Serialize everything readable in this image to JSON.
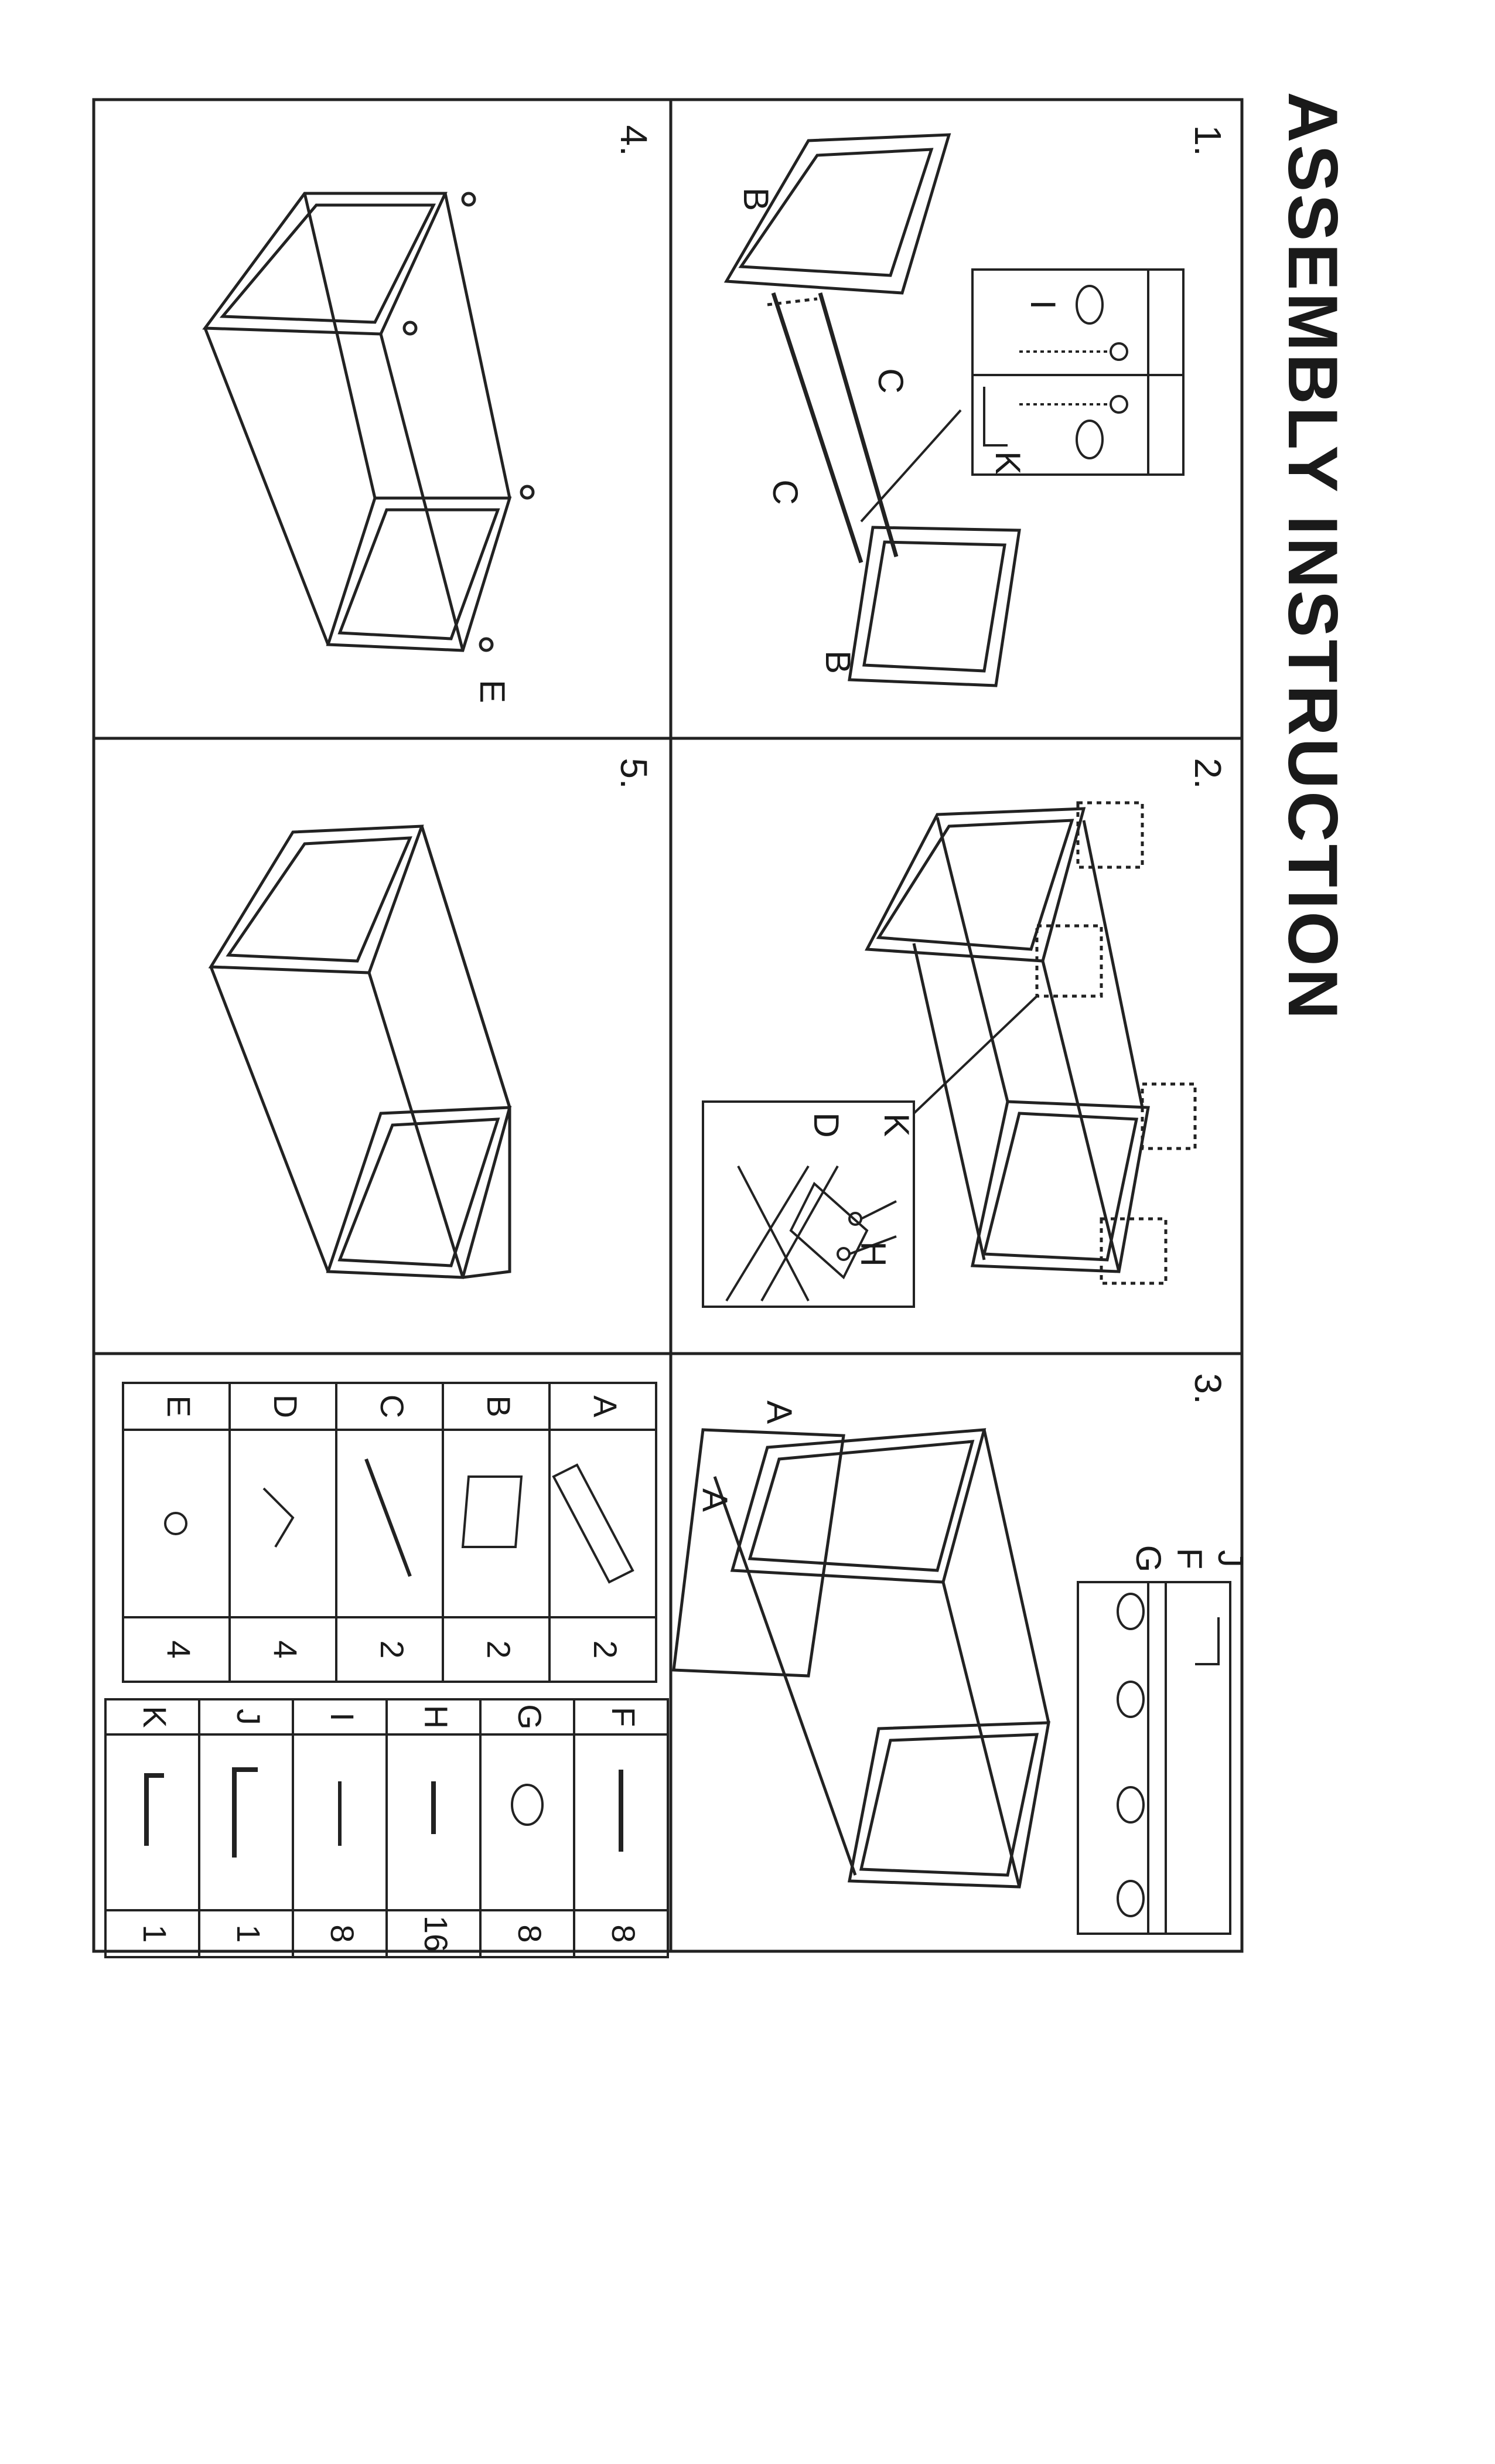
{
  "title": "ASSEMBLY INSTRUCTION",
  "steps": [
    {
      "number": "1.",
      "labels": [
        "B",
        "B",
        "C",
        "C",
        "I",
        "K"
      ]
    },
    {
      "number": "2.",
      "labels": [
        "K",
        "D",
        "H"
      ]
    },
    {
      "number": "3.",
      "labels": [
        "A",
        "A",
        "J",
        "F",
        "G"
      ]
    },
    {
      "number": "4.",
      "labels": [
        "E"
      ]
    },
    {
      "number": "5.",
      "labels": []
    }
  ],
  "parts_left": [
    {
      "letter": "A",
      "qty": "2"
    },
    {
      "letter": "B",
      "qty": "2"
    },
    {
      "letter": "C",
      "qty": "2"
    },
    {
      "letter": "D",
      "qty": "4"
    },
    {
      "letter": "E",
      "qty": "4"
    }
  ],
  "parts_right": [
    {
      "letter": "F",
      "qty": "8"
    },
    {
      "letter": "G",
      "qty": "8"
    },
    {
      "letter": "H",
      "qty": "16"
    },
    {
      "letter": "I",
      "qty": "8"
    },
    {
      "letter": "J",
      "qty": "1"
    },
    {
      "letter": "K",
      "qty": "1"
    }
  ]
}
